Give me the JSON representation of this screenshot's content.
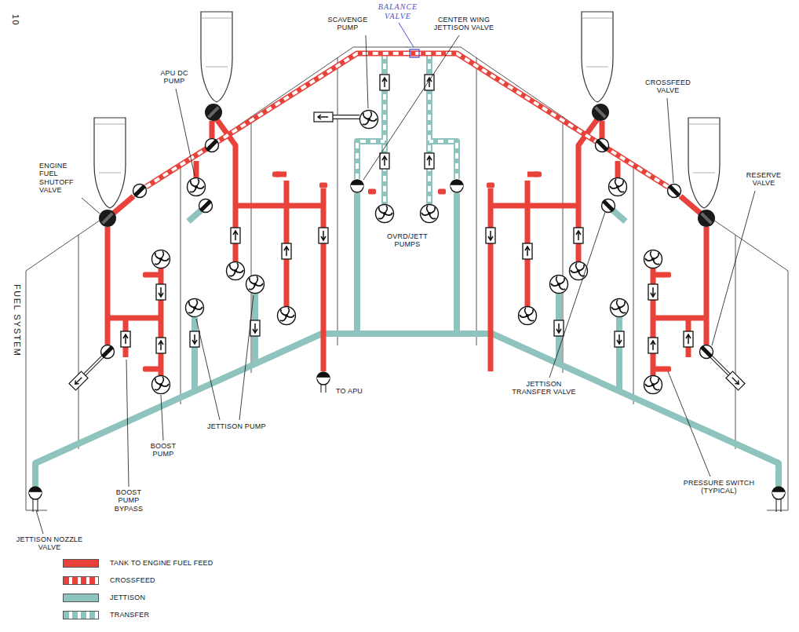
{
  "diagram": {
    "labels": [
      "10",
      "FUEL SYSTEM",
      "BALANCE VALVE",
      "SCAVENGE PUMP",
      "CENTER WING JETTISON VALVE",
      "APU DC PUMP",
      "ENGINE FUEL SHUTOFF VALVE",
      "OVRD/JETT PUMPS",
      "CROSSFEED VALVE",
      "RESERVE VALVE",
      "JETTISON TRANSFER VALVE",
      "TO APU",
      "JETTISON PUMP",
      "BOOST PUMP",
      "BOOST PUMP BYPASS",
      "JETTISON NOZZLE VALVE",
      "PRESSURE SWITCH (TYPICAL)"
    ],
    "legend": [
      {
        "text": "TANK TO ENGINE FUEL FEED",
        "color": "#e8423a"
      },
      {
        "text": "CROSSFEED"
      },
      {
        "text": "JETTISON",
        "color": "#8fc4be"
      },
      {
        "text": "TRANSFER"
      }
    ]
  }
}
